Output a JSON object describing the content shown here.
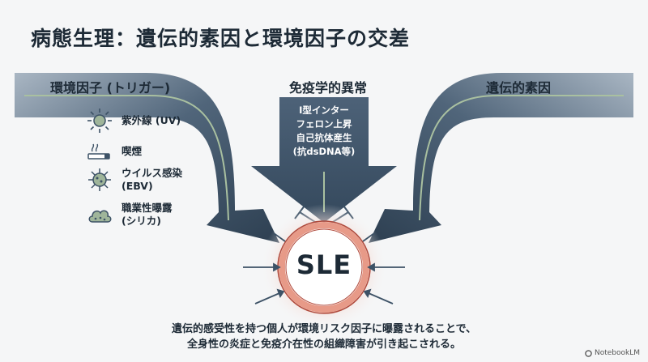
{
  "title": "病態生理：遺伝的素因と環境因子の交差",
  "env": {
    "label": "環境因子 (トリガー)",
    "items": [
      {
        "icon": "sun-icon",
        "label": "紫外線 (UV)"
      },
      {
        "icon": "cigarette-icon",
        "label": "喫煙"
      },
      {
        "icon": "virus-icon",
        "label": "ウイルス感染\n(EBV)"
      },
      {
        "icon": "dust-cloud-icon",
        "label": "職業性曝露\n(シリカ)"
      }
    ]
  },
  "immune": {
    "label": "免疫学的異常",
    "detail": "I型インター\nフェロン上昇\n自己抗体産生\n(抗dsDNA等)"
  },
  "genetic": {
    "label": "遺伝的素因"
  },
  "center": {
    "label": "SLE"
  },
  "summary": "遺伝的感受性を持つ個人が環境リスク因子に曝露されることで、\n全身性の炎症と免疫介在性の組織障害が引き起こされる。",
  "brand": "NotebookLM",
  "colors": {
    "arrow": "#3d5266",
    "arrow_line": "#a9c0a0",
    "ring": "#e8a090",
    "ring_dark": "#b04a3c"
  }
}
